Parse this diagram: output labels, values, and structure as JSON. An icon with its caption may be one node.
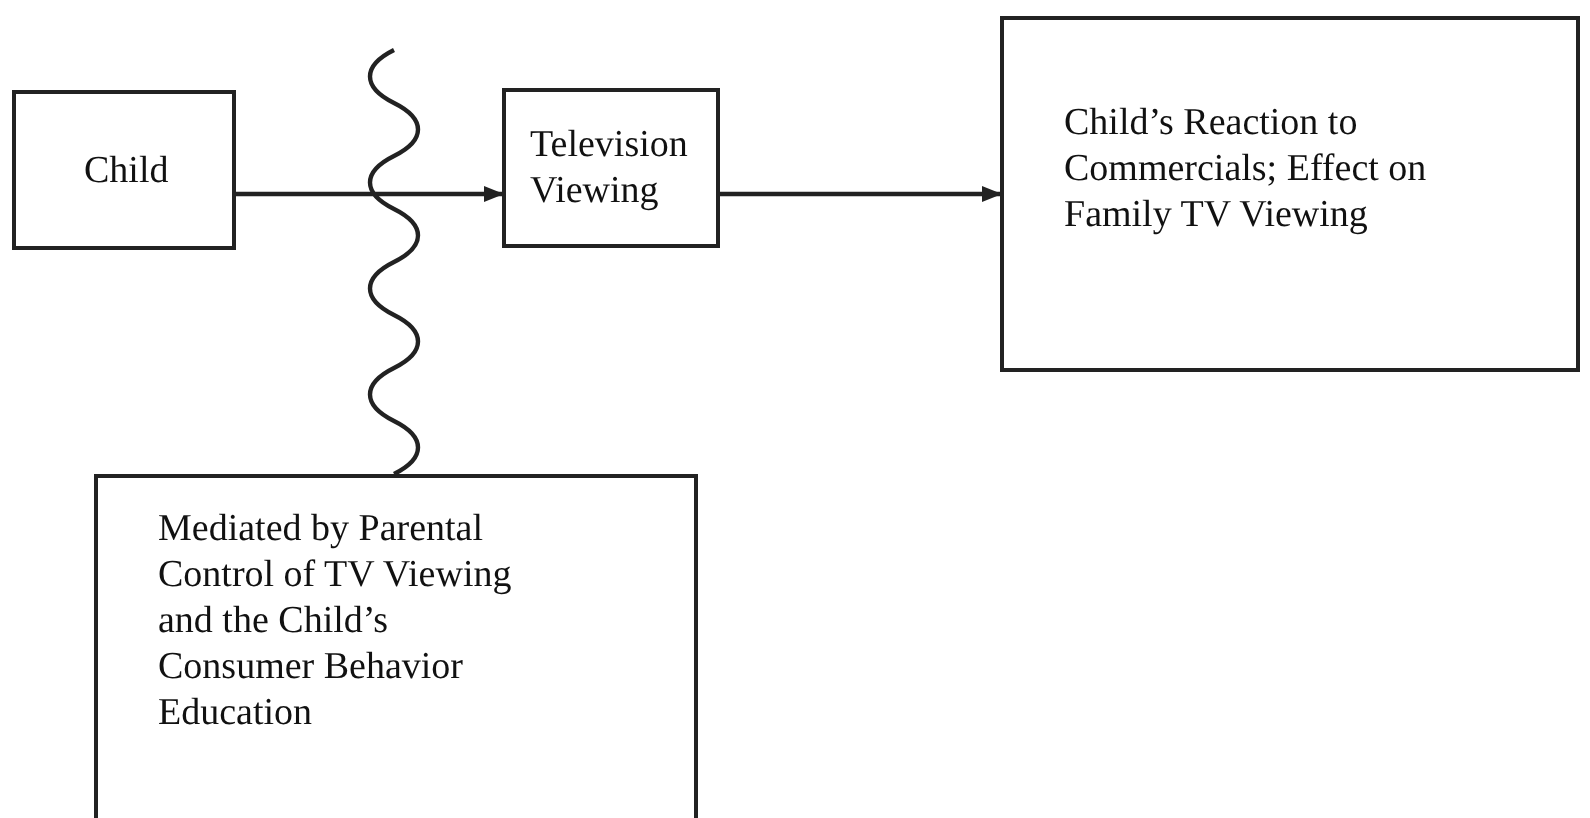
{
  "diagram": {
    "nodes": [
      {
        "text": [
          "Child"
        ]
      },
      {
        "text": [
          "Television Viewing"
        ]
      },
      {
        "text": [
          "Child’s Reaction to Commercials; Effect on Family TV Viewing"
        ]
      },
      {
        "text": [
          "Mediated by Parental Control of TV Viewing and the Child’s Consumer Behavior Education"
        ]
      }
    ],
    "edges": [
      {
        "from": 0,
        "to": 1,
        "arrow": "to"
      },
      {
        "from": 1,
        "to": 2,
        "arrow": "to"
      },
      {
        "from": 3,
        "to": null,
        "arrow": "none"
      }
    ]
  }
}
